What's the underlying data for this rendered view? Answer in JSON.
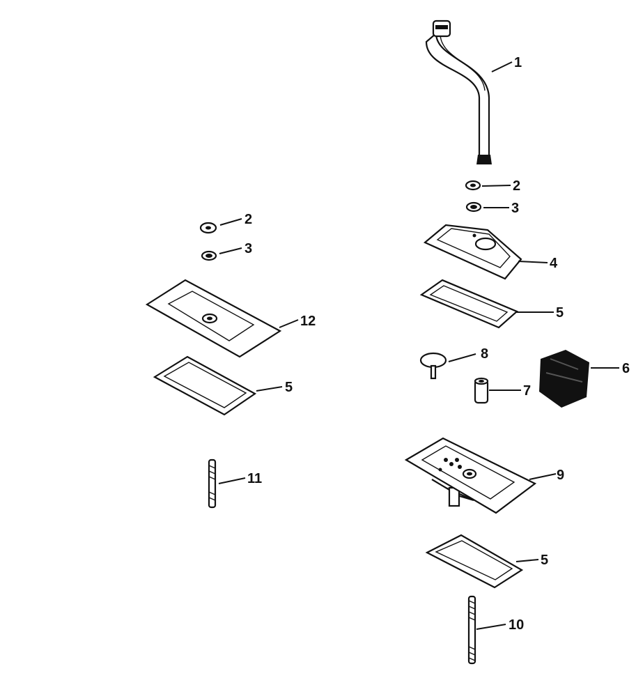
{
  "callouts": {
    "c1": "1",
    "c2_right": "2",
    "c3_right": "3",
    "c4": "4",
    "c5_upper_right": "5",
    "c8": "8",
    "c6": "6",
    "c7": "7",
    "c9": "9",
    "c5_lower_right": "5",
    "c10": "10",
    "c2_left": "2",
    "c3_left": "3",
    "c12": "12",
    "c5_left": "5",
    "c11": "11"
  }
}
